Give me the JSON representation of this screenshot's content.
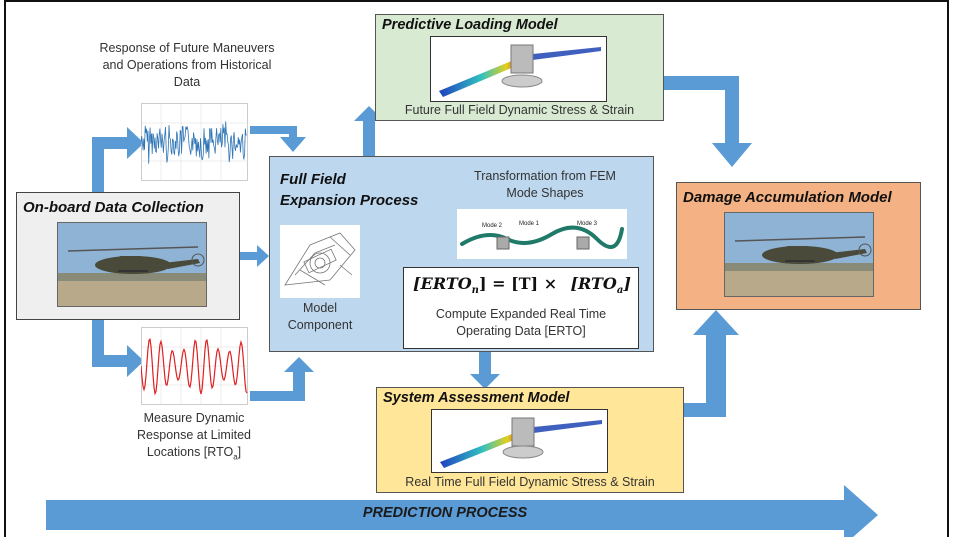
{
  "prediction_process": {
    "label": "PREDICTION PROCESS"
  },
  "onboard": {
    "title": "On-board Data Collection"
  },
  "historical": {
    "caption_lines": [
      "Response of Future Maneuvers",
      "and Operations from Historical",
      "Data"
    ]
  },
  "measure": {
    "caption_lines": [
      "Measure Dynamic",
      "Response at Limited"
    ],
    "caption_line3_prefix": "Locations [RTO",
    "caption_line3_sub": "a",
    "caption_line3_suffix": "]"
  },
  "predictive": {
    "title": "Predictive Loading Model",
    "caption": "Future Full Field Dynamic Stress & Strain"
  },
  "expansion": {
    "title_lines": [
      "Full Field",
      "Expansion Process"
    ],
    "model_component_lines": [
      "Model",
      "Component"
    ],
    "transformation_lines": [
      "Transformation from FEM",
      "Mode Shapes"
    ],
    "mode_labels": [
      "Mode 2",
      "Mode 1",
      "Mode 3"
    ],
    "equation": {
      "lhs": "[ERTO",
      "lhs_sub": "n",
      "mid": "] = [T] ×",
      "rhs": "[RTO",
      "rhs_sub": "a",
      "rhs_close": "]"
    },
    "compute_lines": [
      "Compute Expanded Real Time",
      "Operating Data [ERTO]"
    ]
  },
  "damage": {
    "title": "Damage Accumulation Model"
  },
  "system": {
    "title": "System Assessment Model",
    "caption": "Real Time Full Field Dynamic Stress & Strain"
  },
  "colors": {
    "arrow": "#5b9bd5",
    "expansion_bg": "#bdd7ee",
    "predictive_bg": "#d9ead3",
    "damage_bg": "#f4b183",
    "system_bg": "#ffe699",
    "onboard_bg": "#efefef",
    "signal_blue": "#2e75b6",
    "signal_red": "#e02020"
  }
}
